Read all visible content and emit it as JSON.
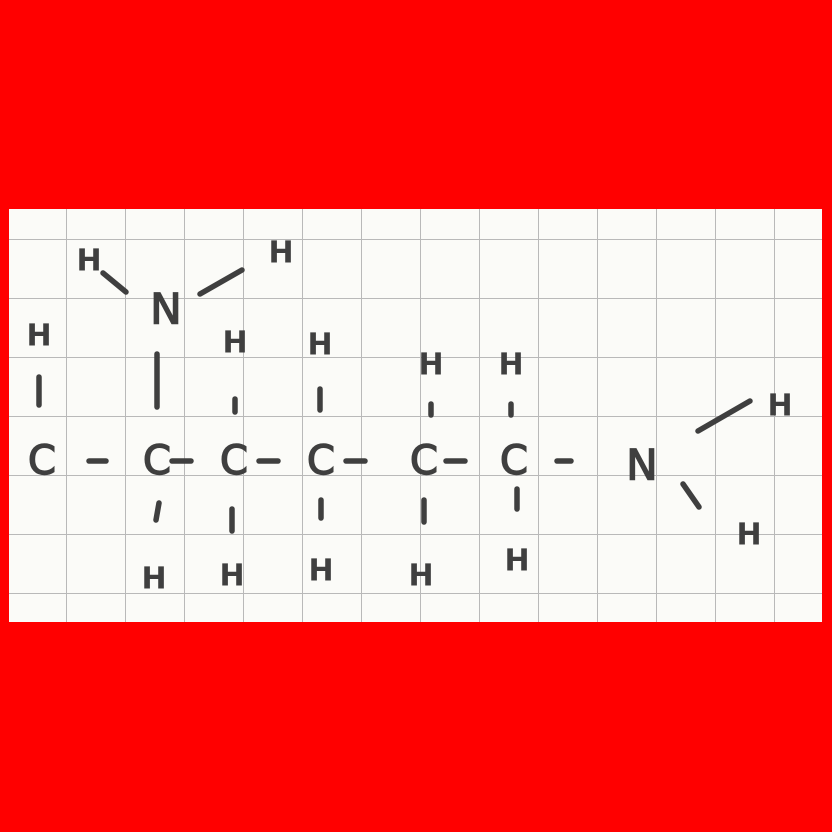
{
  "background_color": "#ff0000",
  "ink_color": "#3f3f3f",
  "grid_color": "#b9b9b9",
  "paper_color": "#fbfbf8",
  "molecule": {
    "atom_labels": {
      "C": "C",
      "H": "H",
      "N": "N"
    }
  }
}
